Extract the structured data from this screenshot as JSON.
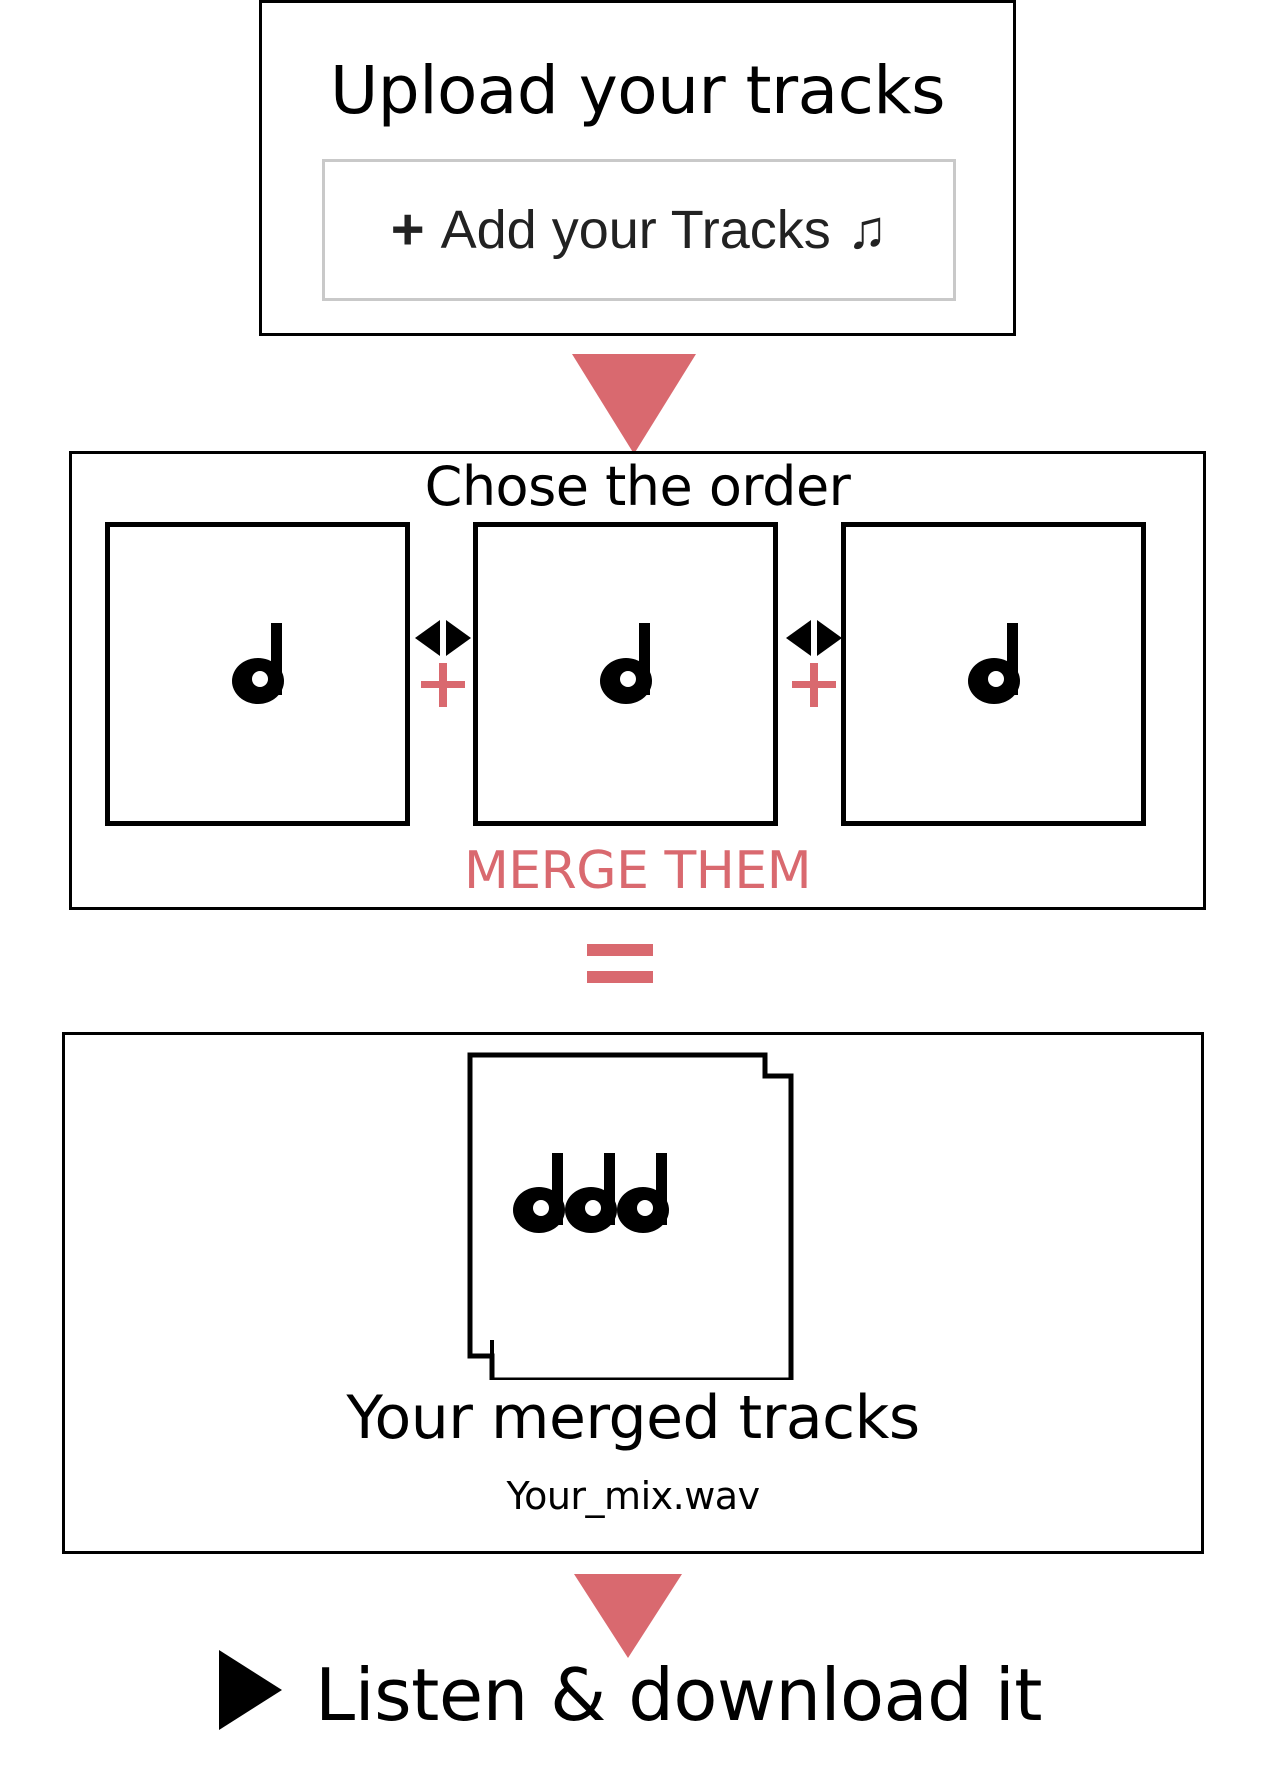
{
  "upload": {
    "title": "Upload your tracks",
    "button_label": "Add your Tracks",
    "button_plus": "+",
    "button_note": "♫"
  },
  "order": {
    "title": "Chose the order",
    "tracks": [
      {
        "icon": "music-note-icon"
      },
      {
        "icon": "music-note-icon"
      },
      {
        "icon": "music-note-icon"
      }
    ],
    "merge_label": "MERGE THEM"
  },
  "result": {
    "title": "Your merged tracks",
    "filename": "Your_mix.wav"
  },
  "listen": {
    "label": "Listen & download it"
  },
  "colors": {
    "accent": "#d9696f",
    "border": "#000000",
    "button_border": "#c9c9c9"
  }
}
